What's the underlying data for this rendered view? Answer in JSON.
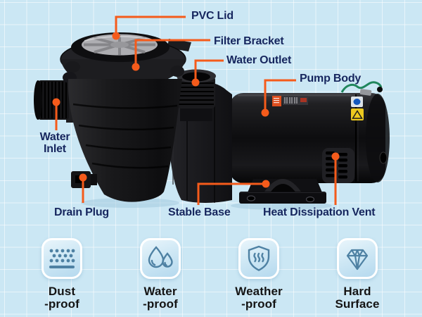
{
  "title": "Pool pump parts diagram",
  "colors": {
    "background": "#cbe7f4",
    "grid_line": "#ffffff",
    "leader_orange": "#f55b1b",
    "callout_navy": "#16265e",
    "feature_text": "#141414",
    "icon_blue": "#4e81a3",
    "card_border": "#ffffff"
  },
  "callouts": [
    {
      "id": "pvc-lid",
      "label": "PVC Lid"
    },
    {
      "id": "filter-bracket",
      "label": "Filter Bracket"
    },
    {
      "id": "water-outlet",
      "label": "Water Outlet"
    },
    {
      "id": "pump-body",
      "label": "Pump Body"
    },
    {
      "id": "water-inlet",
      "label": "Water Inlet",
      "line1": "Water",
      "line2": "Inlet"
    },
    {
      "id": "drain-plug",
      "label": "Drain Plug"
    },
    {
      "id": "stable-base",
      "label": "Stable Base"
    },
    {
      "id": "heat-dissipation-vent",
      "label": "Heat Dissipation Vent"
    }
  ],
  "features": [
    {
      "id": "dust-proof",
      "icon": "dust-dots-icon",
      "line1": "Dust",
      "line2": "-proof"
    },
    {
      "id": "water-proof",
      "icon": "water-drops-icon",
      "line1": "Water",
      "line2": "-proof"
    },
    {
      "id": "weather-proof",
      "icon": "shield-icon",
      "line1": "Weather",
      "line2": "-proof"
    },
    {
      "id": "hard-surface",
      "icon": "diamond-icon",
      "line1": "Hard",
      "line2": "Surface"
    }
  ]
}
